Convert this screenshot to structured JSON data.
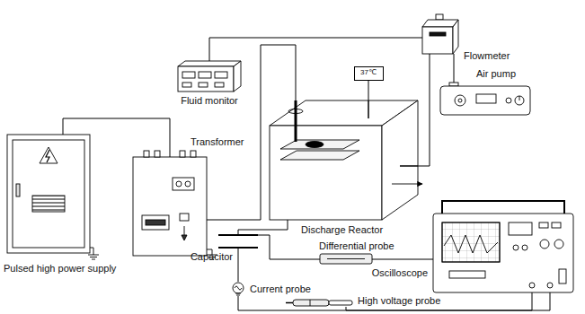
{
  "diagram": {
    "nodes": [
      {
        "text": [
          "Fluid monitor"
        ]
      },
      {
        "text": [
          "Flowmeter"
        ]
      },
      {
        "text": [
          "Air pump"
        ]
      },
      {
        "text": [
          "Pulsed high power supply"
        ]
      },
      {
        "text": [
          "Transformer"
        ]
      },
      {
        "text": [
          "Discharge Reactor"
        ]
      },
      {
        "text": [
          "37℃"
        ]
      },
      {
        "text": [
          "Capacitor"
        ]
      },
      {
        "text": [
          "Differential probe"
        ]
      },
      {
        "text": [
          "Oscilloscope"
        ]
      },
      {
        "text": [
          "Current probe"
        ]
      },
      {
        "text": [
          "High voltage probe"
        ]
      }
    ],
    "edges": [
      {
        "from": 0,
        "to": 1,
        "arrow": "none"
      },
      {
        "from": 1,
        "to": 2,
        "arrow": "none"
      },
      {
        "from": 1,
        "to": 5,
        "arrow": "none"
      },
      {
        "from": 3,
        "to": 4,
        "arrow": "none"
      },
      {
        "from": 4,
        "to": 5,
        "arrow": "none"
      },
      {
        "from": 6,
        "to": 5,
        "arrow": "none"
      },
      {
        "from": 5,
        "to": 7,
        "arrow": "none"
      },
      {
        "from": 7,
        "to": 8,
        "arrow": "none"
      },
      {
        "from": 8,
        "to": 9,
        "arrow": "none"
      },
      {
        "from": 7,
        "to": 10,
        "arrow": "none"
      },
      {
        "from": 10,
        "to": 9,
        "arrow": "none"
      },
      {
        "from": 11,
        "to": 9,
        "arrow": "none"
      }
    ]
  }
}
